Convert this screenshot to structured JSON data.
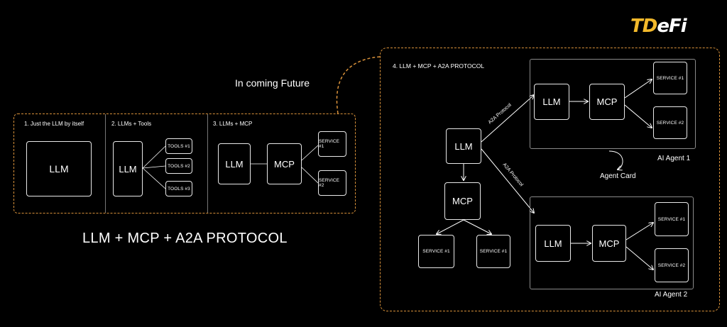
{
  "logo": {
    "text": "TDeFi"
  },
  "colors": {
    "accent": "#d8913a",
    "background": "#000000",
    "lines": "#ffffff"
  },
  "future_label": "In coming Future",
  "main_title": "LLM + MCP + A2A PROTOCOL",
  "panel1": {
    "title": "1. Just the LLM by itself",
    "llm": "LLM"
  },
  "panel2": {
    "title": "2. LLMs + Tools",
    "llm": "LLM",
    "tools": [
      "TOOLS #1",
      "TOOLS #2",
      "TOOLS #3"
    ]
  },
  "panel3": {
    "title": "3. LLMs + MCP",
    "llm": "LLM",
    "mcp": "MCP",
    "services": [
      "SERVICE #1",
      "SERVICE #2"
    ]
  },
  "panel4": {
    "title": "4. LLM + MCP + A2A PROTOCOL",
    "llm": "LLM",
    "mcp": "MCP",
    "services": [
      "SERVICE #1",
      "SERVICE #1"
    ],
    "a2a_label_1": "A2A Protocol",
    "a2a_label_2": "A2A Protocol",
    "agent_card": "Agent Card",
    "agent1": {
      "name": "AI Agent 1",
      "llm": "LLM",
      "mcp": "MCP",
      "services": [
        "SERVICE #1",
        "SERVICE #2"
      ]
    },
    "agent2": {
      "name": "AI Agent 2",
      "llm": "LLM",
      "mcp": "MCP",
      "services": [
        "SERVICE #1",
        "SERVICE #2"
      ]
    }
  }
}
